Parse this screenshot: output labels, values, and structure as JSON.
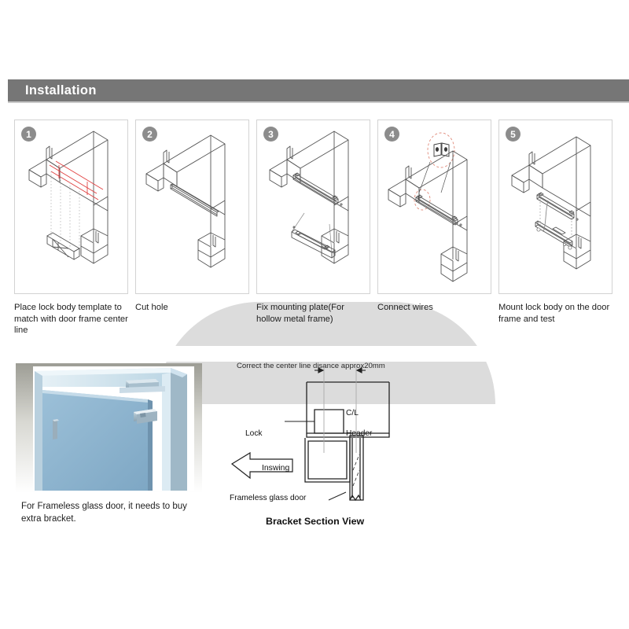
{
  "header": {
    "title": "Installation"
  },
  "steps": [
    {
      "number": "1",
      "caption": "Place lock body template to match with door frame center line",
      "art": "door-frame-with-template-lines"
    },
    {
      "number": "2",
      "caption": "Cut hole",
      "art": "door-frame-with-cut-hole"
    },
    {
      "number": "3",
      "caption": "Fix mounting plate(For hollow metal frame)",
      "art": "door-frame-with-mounting-plate"
    },
    {
      "number": "4",
      "caption": "Connect wires",
      "art": "door-frame-with-wire-callout"
    },
    {
      "number": "5",
      "caption": "Mount lock body on the door frame and test",
      "art": "door-frame-with-lock-body"
    }
  ],
  "glass_door": {
    "photo_alt": "frameless-glass-door-with-maglock",
    "caption": "For Frameless glass door, it needs to buy extra bracket."
  },
  "bracket_section": {
    "dimension_note": "Correct the center line disance approx20mm",
    "title": "Bracket Section View",
    "labels": {
      "center_line": "C/L",
      "header": "Header",
      "lock": "Lock",
      "inswing": "Inswing",
      "glass_door": "Frameless glass door"
    }
  },
  "colors": {
    "banner_gray": "#767676",
    "badge_gray": "#8c8c8c",
    "arc_gray": "#dcdcdc",
    "panel_border": "#d3d3d3",
    "template_red": "#e03c3c",
    "glass_blue": "#8fb4d0",
    "frame_light": "#cfe2ee"
  }
}
